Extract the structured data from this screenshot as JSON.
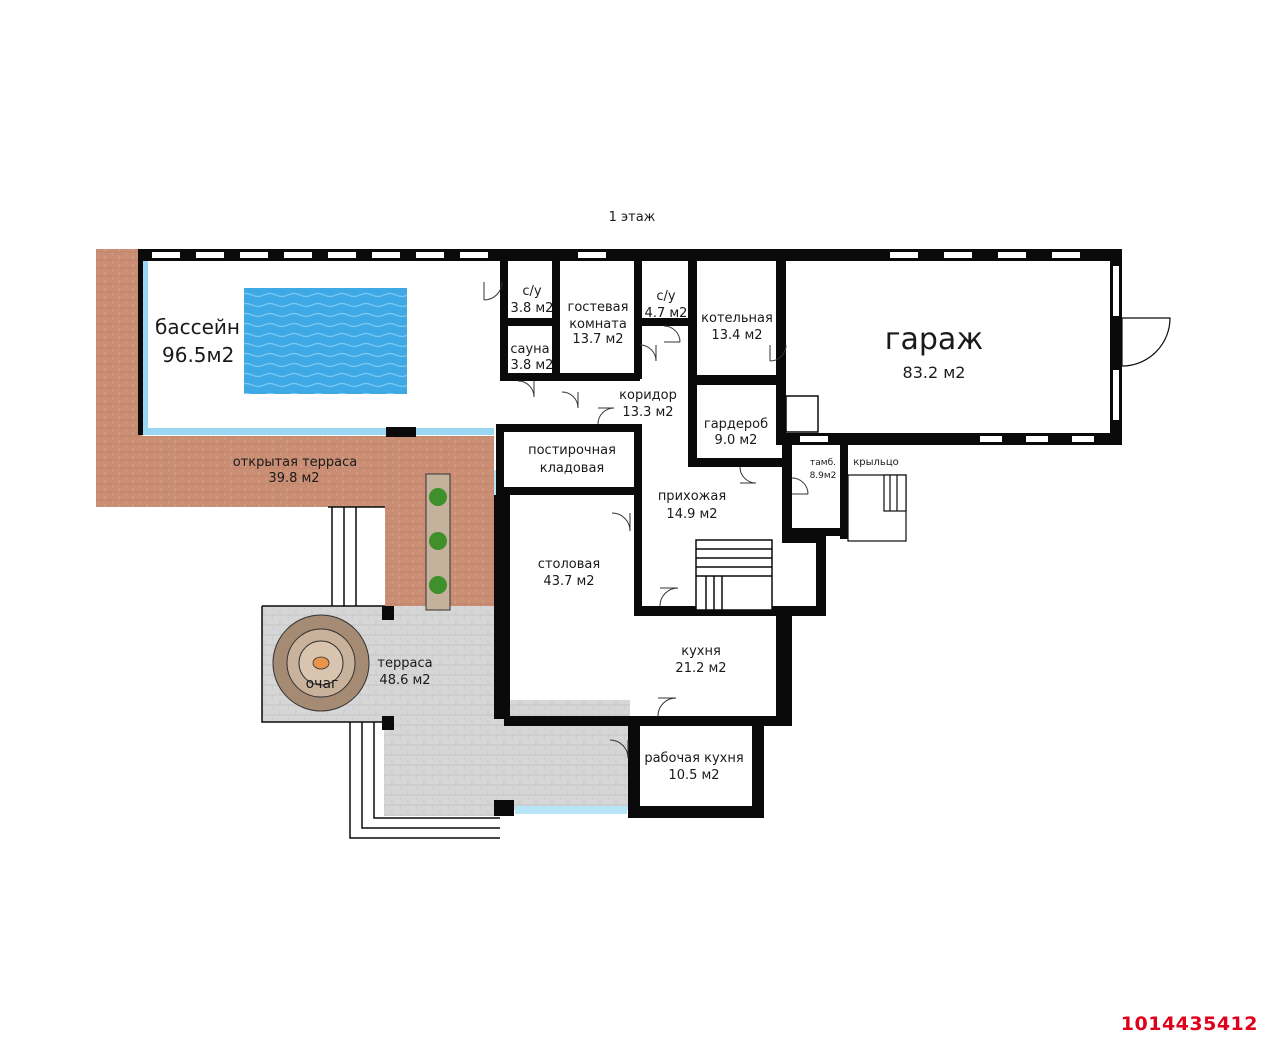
{
  "floor_title": "1 этаж",
  "rooms": {
    "pool": {
      "name": "бассейн",
      "area": "96.5м2"
    },
    "wc1": {
      "name": "с/у",
      "area": "3.8 м2"
    },
    "sauna": {
      "name": "сауна",
      "area": "3.8 м2"
    },
    "guest": {
      "name1": "гостевая",
      "name2": "комната",
      "area": "13.7 м2"
    },
    "wc2": {
      "name": "с/у",
      "area": "4.7 м2"
    },
    "boiler": {
      "name": "котельная",
      "area": "13.4 м2"
    },
    "garage": {
      "name": "гараж",
      "area": "83.2 м2"
    },
    "corridor": {
      "name": "коридор",
      "area": "13.3 м2"
    },
    "wardrobe": {
      "name": "гардероб",
      "area": "9.0 м2"
    },
    "vestibule": {
      "name": "тамб.",
      "area": "8.9м2"
    },
    "porch": {
      "name": "крыльцо"
    },
    "linen": {
      "name1": "постирочная",
      "name2": "кладовая"
    },
    "hall": {
      "name": "прихожая",
      "area": "14.9 м2"
    },
    "open_terrace": {
      "name": "открытая терраса",
      "area": "39.8 м2"
    },
    "dining": {
      "name": "столовая",
      "area": "43.7 м2"
    },
    "terrace": {
      "name": "терраса",
      "area": "48.6 м2"
    },
    "hearth": {
      "name": "очаг"
    },
    "kitchen": {
      "name": "кухня",
      "area": "21.2 м2"
    },
    "work_kitchen": {
      "name": "рабочая кухня",
      "area": "10.5 м2"
    }
  },
  "listing_id": "1014435412",
  "colors": {
    "wall": "#0a0a0a",
    "pool_water": "#3fa9e6",
    "wood_deck": "#c98e74",
    "stone_terrace": "#d8d8d8",
    "hearth_stone": "#a58a74",
    "planter_green": "#3f8f2a",
    "listing_red": "#e0001b"
  }
}
